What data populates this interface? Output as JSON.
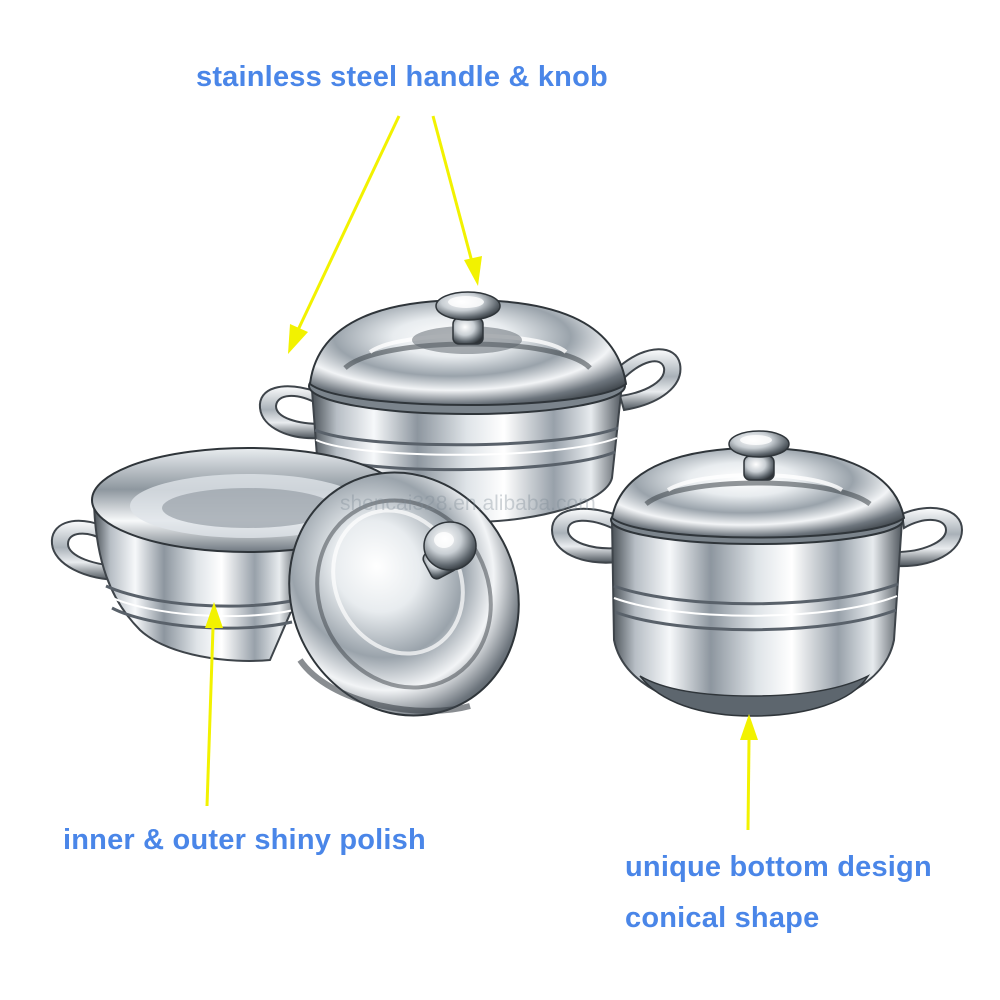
{
  "colors": {
    "callout_text": "#4a86e8",
    "arrow": "#f2f200",
    "steel_dark": "#3e444a",
    "steel_mid": "#9aa3ab",
    "steel_light": "#f4f6f8",
    "background": "#ffffff"
  },
  "callouts": {
    "handle_knob": "stainless steel handle & knob",
    "polish": "inner & outer shiny polish",
    "bottom_design": "unique bottom design",
    "conical": "conical shape"
  },
  "watermark": "shencai328.en.alibaba.com",
  "products": [
    {
      "label": "large casserole pot with lid",
      "icon": "stainless-pot-icon"
    },
    {
      "label": "open casserole bowl",
      "icon": "stainless-bowl-icon"
    },
    {
      "label": "loose lid with knob",
      "icon": "stainless-lid-icon"
    },
    {
      "label": "small casserole pot with lid",
      "icon": "stainless-pot-icon"
    }
  ]
}
